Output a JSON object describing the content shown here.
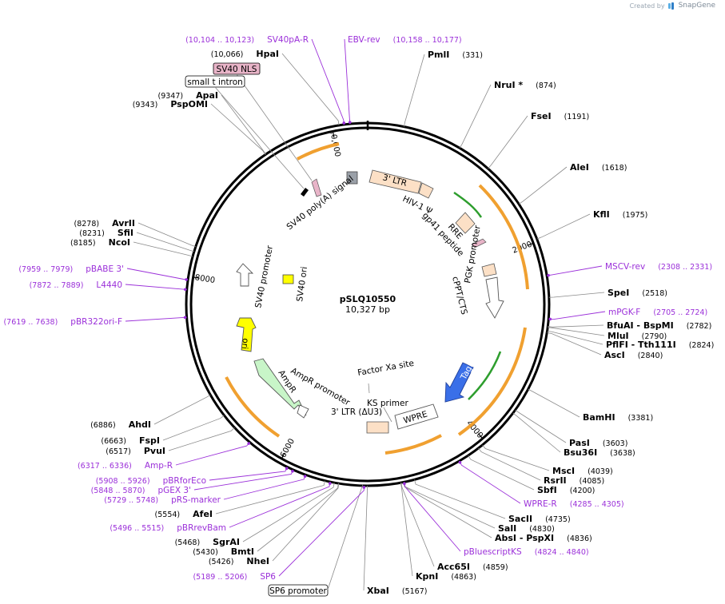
{
  "credit": {
    "created_by": "Created by",
    "brand": "SnapGene"
  },
  "plasmid": {
    "name": "pSLQ10550",
    "size": "10,327 bp",
    "length": 10327
  },
  "ticks": [
    {
      "label": "2000",
      "pos": 2000
    },
    {
      "label": "4000",
      "pos": 4000
    },
    {
      "label": "6000",
      "pos": 6000
    },
    {
      "label": "8000",
      "pos": 8000
    },
    {
      "label": "10,000",
      "pos": 10000
    }
  ],
  "enzymes": [
    {
      "name": "PmlI",
      "pos": "(331)",
      "bp": 331
    },
    {
      "name": "NruI *",
      "pos": "(874)",
      "bp": 874
    },
    {
      "name": "FseI",
      "pos": "(1191)",
      "bp": 1191
    },
    {
      "name": "AleI",
      "pos": "(1618)",
      "bp": 1618
    },
    {
      "name": "KflI",
      "pos": "(1975)",
      "bp": 1975
    },
    {
      "name": "SpeI",
      "pos": "(2518)",
      "bp": 2518
    },
    {
      "name": "BfuAI  - BspMI",
      "pos": "(2782)",
      "bp": 2782
    },
    {
      "name": "MluI",
      "pos": "(2790)",
      "bp": 2790
    },
    {
      "name": "PflFI  - Tth111I",
      "pos": "(2824)",
      "bp": 2824
    },
    {
      "name": "AscI",
      "pos": "(2840)",
      "bp": 2840
    },
    {
      "name": "BamHI",
      "pos": "(3381)",
      "bp": 3381
    },
    {
      "name": "PasI",
      "pos": "(3603)",
      "bp": 3603
    },
    {
      "name": "Bsu36I",
      "pos": "(3638)",
      "bp": 3638
    },
    {
      "name": "MscI",
      "pos": "(4039)",
      "bp": 4039
    },
    {
      "name": "RsrII",
      "pos": "(4085)",
      "bp": 4085
    },
    {
      "name": "SbfI",
      "pos": "(4200)",
      "bp": 4200
    },
    {
      "name": "SacII",
      "pos": "(4735)",
      "bp": 4735
    },
    {
      "name": "SalI",
      "pos": "(4830)",
      "bp": 4830
    },
    {
      "name": "AbsI  - PspXI",
      "pos": "(4836)",
      "bp": 4836
    },
    {
      "name": "Acc65I",
      "pos": "(4859)",
      "bp": 4859
    },
    {
      "name": "KpnI",
      "pos": "(4863)",
      "bp": 4863
    },
    {
      "name": "XbaI",
      "pos": "(5167)",
      "bp": 5167
    },
    {
      "name": "NheI",
      "pos": "(5426)",
      "bp": 5426
    },
    {
      "name": "BmtI",
      "pos": "(5430)",
      "bp": 5430
    },
    {
      "name": "SgrAI",
      "pos": "(5468)",
      "bp": 5468
    },
    {
      "name": "AfeI",
      "pos": "(5554)",
      "bp": 5554
    },
    {
      "name": "PvuI",
      "pos": "(6517)",
      "bp": 6517
    },
    {
      "name": "FspI",
      "pos": "(6663)",
      "bp": 6663
    },
    {
      "name": "AhdI",
      "pos": "(6886)",
      "bp": 6886
    },
    {
      "name": "NcoI",
      "pos": "(8185)",
      "bp": 8185
    },
    {
      "name": "SfiI",
      "pos": "(8231)",
      "bp": 8231
    },
    {
      "name": "AvrII",
      "pos": "(8278)",
      "bp": 8278
    },
    {
      "name": "PspOMI",
      "pos": "(9343)",
      "bp": 9343
    },
    {
      "name": "ApaI",
      "pos": "(9347)",
      "bp": 9347
    },
    {
      "name": "HpaI",
      "pos": "(10,066)",
      "bp": 10066
    }
  ],
  "primers": [
    {
      "name": "SV40pA-R",
      "pos": "(10,104 .. 10,123)",
      "bp": 10113
    },
    {
      "name": "EBV-rev",
      "pos": "(10,158 .. 10,177)",
      "bp": 10167
    },
    {
      "name": "MSCV-rev",
      "pos": "(2308 .. 2331)",
      "bp": 2320
    },
    {
      "name": "mPGK-F",
      "pos": "(2705 .. 2724)",
      "bp": 2714
    },
    {
      "name": "WPRE-R",
      "pos": "(4285 .. 4305)",
      "bp": 4295
    },
    {
      "name": "pBluescriptKS",
      "pos": "(4824 .. 4840)",
      "bp": 4832
    },
    {
      "name": "SP6",
      "pos": "(5189 .. 5206)",
      "bp": 5197
    },
    {
      "name": "pBRrevBam",
      "pos": "(5496 .. 5515)",
      "bp": 5505
    },
    {
      "name": "pRS-marker",
      "pos": "(5729 .. 5748)",
      "bp": 5738
    },
    {
      "name": "pGEX 3'",
      "pos": "(5848 .. 5870)",
      "bp": 5859
    },
    {
      "name": "pBRforEco",
      "pos": "(5908 .. 5926)",
      "bp": 5917
    },
    {
      "name": "Amp-R",
      "pos": "(6317 .. 6336)",
      "bp": 6326
    },
    {
      "name": "pBR322ori-F",
      "pos": "(7619 .. 7638)",
      "bp": 7628
    },
    {
      "name": "L4440",
      "pos": "(7872 .. 7889)",
      "bp": 7880
    },
    {
      "name": "pBABE 3'",
      "pos": "(7959 .. 7979)",
      "bp": 7969
    }
  ],
  "features": {
    "ltr5": "3' LTR",
    "hiv_psi": "HIV-1 Ψ",
    "rre": "RRE",
    "gp41": "gp41 peptide",
    "cppt": "cPPT/CTS",
    "pgk": "PGK promoter",
    "tagbfp": "TagBFP",
    "wpre": "WPRE",
    "ltr3": "3' LTR (ΔU3)",
    "ks_primer": "KS primer",
    "factor_xa": "Factor Xa site",
    "ampr_promoter": "AmpR promoter",
    "ampr": "AmpR",
    "ori": "ori",
    "sv40_promoter": "SV40 promoter",
    "sv40_ori": "SV40 ori",
    "sv40_polya": "SV40 poly(A) signal",
    "sv40_nls": "SV40 NLS",
    "small_t_intron": "small t intron",
    "sp6_promoter": "SP6 promoter"
  },
  "colors": {
    "backbone": "#000000",
    "enzyme_leader": "#8a8a8a",
    "primer": "#9b30d9",
    "ltr": "#fce0c6",
    "orf_arrow": "#f0a030",
    "tagbfp": "#3a6fe8",
    "ampr": "#c8f5c8",
    "ori": "#ffff00",
    "promoter": "#ffffff",
    "green_arrow": "#2e9e2e",
    "sv40_nls": "#e8b4c8",
    "grey_box": "#9aa0a8"
  }
}
